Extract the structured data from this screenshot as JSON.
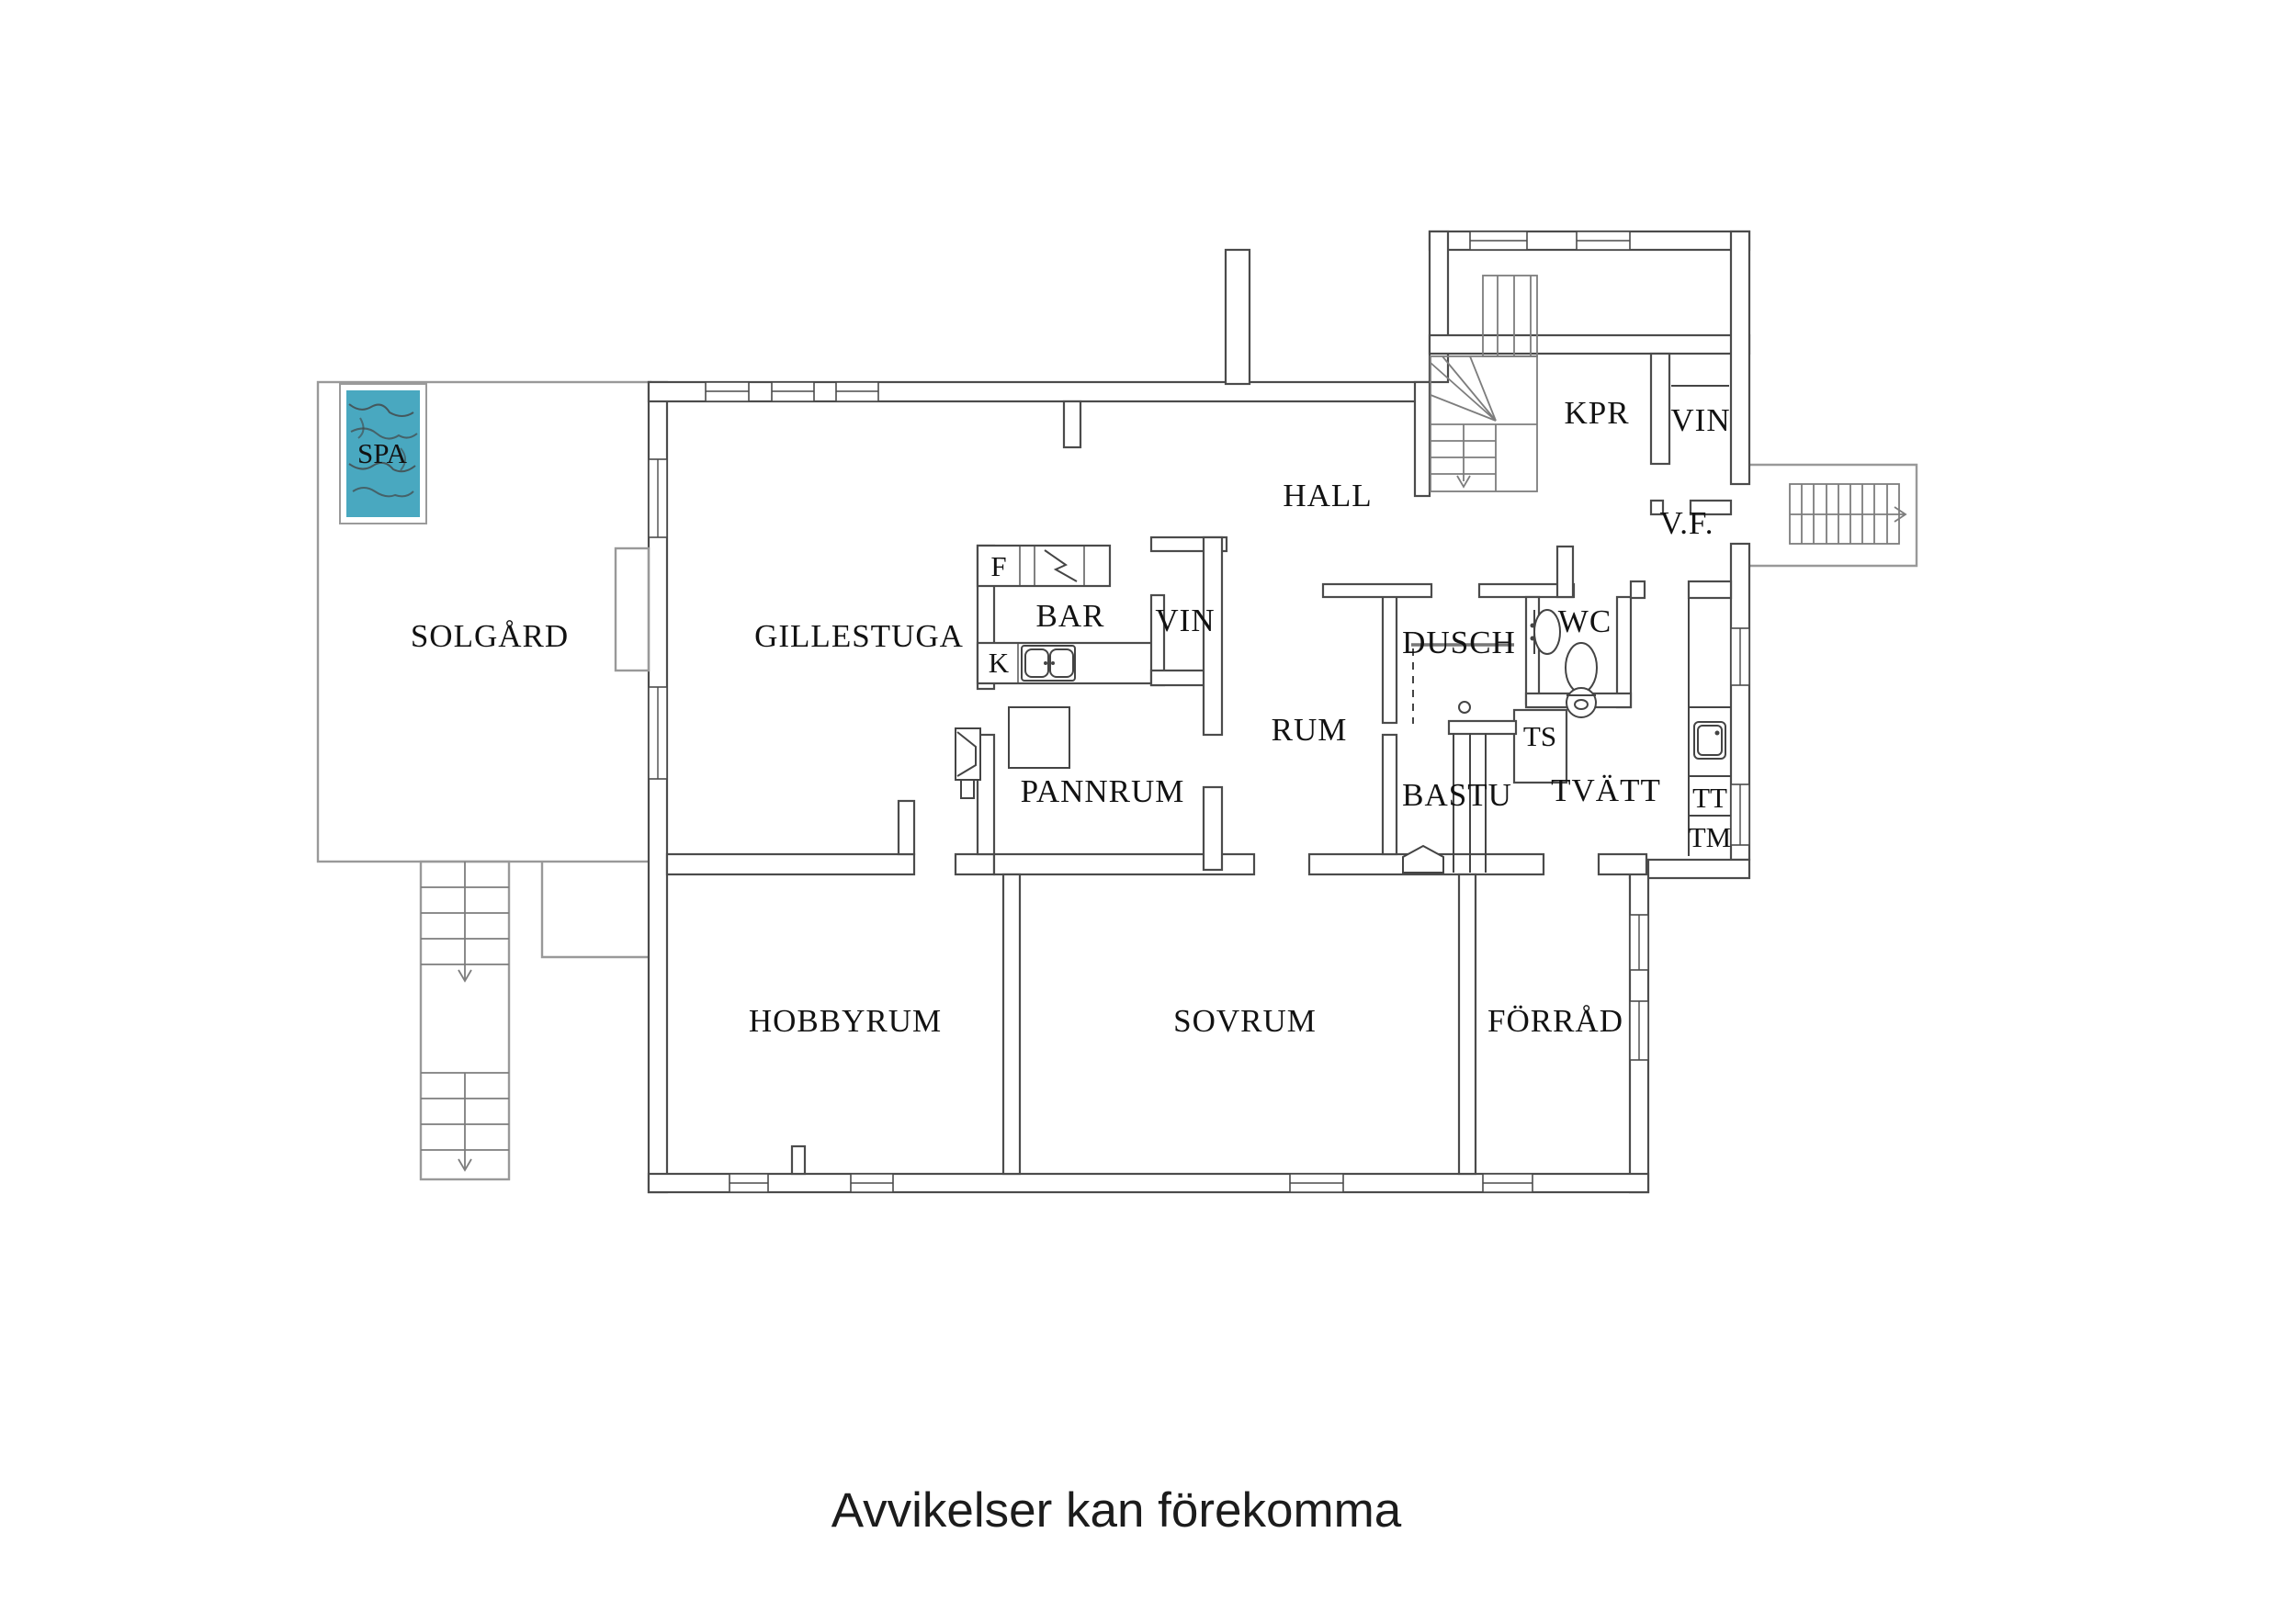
{
  "plan": {
    "type": "basement-floorplan",
    "footer": {
      "note": "Avvikelser kan förekomma"
    },
    "colors": {
      "wall_stroke": "#4b4b4b",
      "patio_stroke": "#999999",
      "water": "#49a8c0",
      "water_ripple": "#dff2f6",
      "label_ink": "#121212"
    },
    "rooms": {
      "spa": {
        "label": "SPA"
      },
      "solgard": {
        "label": "SOLGÅRD"
      },
      "gillestuga": {
        "label": "GILLESTUGA"
      },
      "fridge": {
        "label": "F"
      },
      "bar": {
        "label": "BAR"
      },
      "kitchen": {
        "label": "K"
      },
      "vin_bar": {
        "label": "VIN"
      },
      "pannrum": {
        "label": "PANNRUM"
      },
      "hall": {
        "label": "HALL"
      },
      "kpr": {
        "label": "KPR"
      },
      "vin_upper": {
        "label": "VIN"
      },
      "vf": {
        "label": "V.F."
      },
      "rum": {
        "label": "RUM"
      },
      "dusch": {
        "label": "DUSCH"
      },
      "wc": {
        "label": "WC"
      },
      "ts": {
        "label": "TS"
      },
      "bastu": {
        "label": "BASTU"
      },
      "tvatt": {
        "label": "TVÄTT"
      },
      "tt": {
        "label": "TT"
      },
      "tm": {
        "label": "TM"
      },
      "hobbyrum": {
        "label": "HOBBYRUM"
      },
      "sovrum": {
        "label": "SOVRUM"
      },
      "forrad": {
        "label": "FÖRRÅD"
      }
    }
  }
}
